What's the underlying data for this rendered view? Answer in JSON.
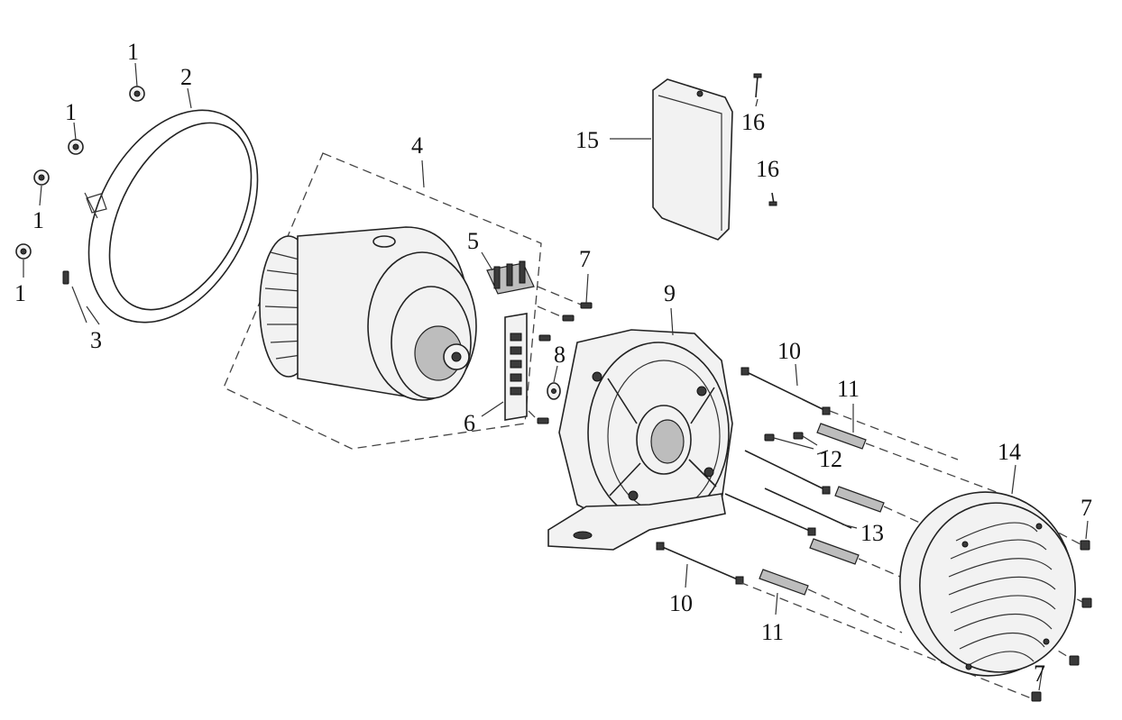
{
  "labels": [
    {
      "id": "l1a",
      "text": "1"
    },
    {
      "id": "l1b",
      "text": "1"
    },
    {
      "id": "l1c",
      "text": "1"
    },
    {
      "id": "l1d",
      "text": "1"
    },
    {
      "id": "l2",
      "text": "2"
    },
    {
      "id": "l3",
      "text": "3"
    },
    {
      "id": "l4",
      "text": "4"
    },
    {
      "id": "l5",
      "text": "5"
    },
    {
      "id": "l6",
      "text": "6"
    },
    {
      "id": "l7a",
      "text": "7"
    },
    {
      "id": "l7b",
      "text": "7"
    },
    {
      "id": "l7c",
      "text": "7"
    },
    {
      "id": "l8",
      "text": "8"
    },
    {
      "id": "l9",
      "text": "9"
    },
    {
      "id": "l10a",
      "text": "10"
    },
    {
      "id": "l10b",
      "text": "10"
    },
    {
      "id": "l11a",
      "text": "11"
    },
    {
      "id": "l11b",
      "text": "11"
    },
    {
      "id": "l12",
      "text": "12"
    },
    {
      "id": "l13",
      "text": "13"
    },
    {
      "id": "l14",
      "text": "14"
    },
    {
      "id": "l15",
      "text": "15"
    },
    {
      "id": "l16a",
      "text": "16"
    },
    {
      "id": "l16b",
      "text": "16"
    }
  ]
}
